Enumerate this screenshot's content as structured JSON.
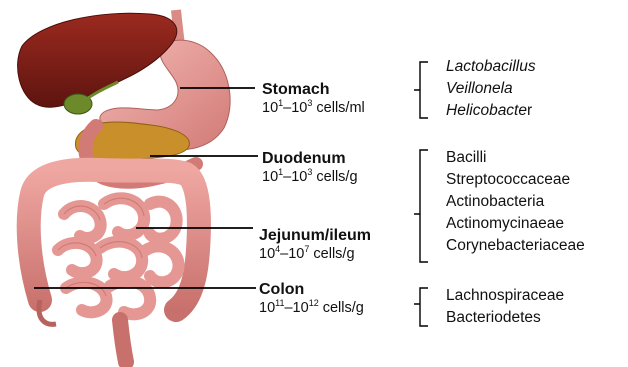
{
  "regions": [
    {
      "name": "Stomach",
      "count": {
        "pre1": "10",
        "exp1": "1",
        "mid": "–10",
        "exp2": "3",
        "unit": " cells/ml"
      },
      "taxa": [
        {
          "text": "Lactobacillus",
          "italic": true
        },
        {
          "text": "Veillonela",
          "italic": true
        },
        {
          "text": "Helicobacte",
          "italic": true,
          "suffix": "r"
        }
      ]
    },
    {
      "name": "Duodenum",
      "count": {
        "pre1": "10",
        "exp1": "1",
        "mid": "–10",
        "exp2": "3",
        "unit": " cells/g"
      },
      "taxa": []
    },
    {
      "name": "Jejunum/ileum",
      "count": {
        "pre1": "10",
        "exp1": "4",
        "mid": "–10",
        "exp2": "7",
        "unit": " cells/g"
      },
      "taxa": []
    },
    {
      "name": "Colon",
      "count": {
        "pre1": "10",
        "exp1": "11",
        "mid": "–10",
        "exp2": "12",
        "unit": " cells/g"
      },
      "taxa": [
        {
          "text": "Lachnospiraceae"
        },
        {
          "text": "Bacteriodetes"
        }
      ]
    }
  ],
  "small_intestine_taxa": [
    "Bacilli",
    "Streptococcaceae",
    "Actinobacteria",
    "Actinomycinaeae",
    "Corynebacteriaceae"
  ],
  "colors": {
    "liver": "#7a1e16",
    "stomach": "#e79a96",
    "intestine": "#d98a86",
    "colon": "#c77a76",
    "gallbladder": "#6c8a2a",
    "pancreas": "#c98f2a",
    "line": "#000000"
  }
}
